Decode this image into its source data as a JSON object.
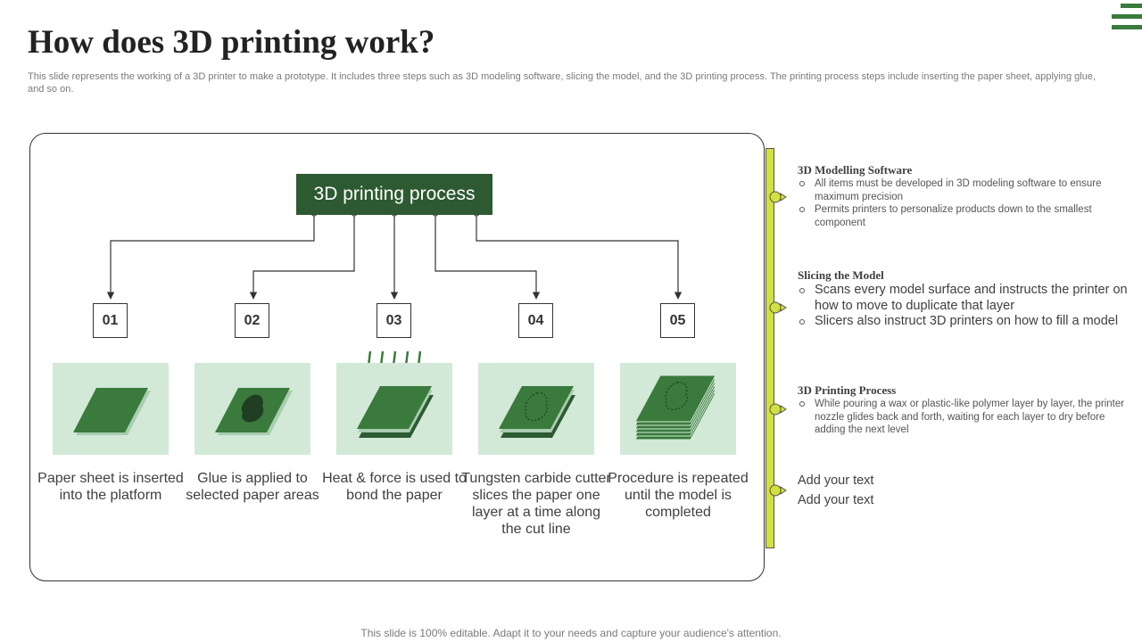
{
  "title": "How does 3D printing work?",
  "subtitle": "This slide represents the working of a 3D printer to make a prototype. It includes three steps such as 3D modeling software, slicing the model, and the 3D printing process. The printing process steps include inserting the paper sheet, applying glue, and so on.",
  "process_title": "3D printing process",
  "steps": [
    {
      "number": "01",
      "caption": "Paper sheet is inserted into the platform",
      "icon": "paper-sheet-icon"
    },
    {
      "number": "02",
      "caption": "Glue is applied to selected paper areas",
      "icon": "glued-sheet-icon"
    },
    {
      "number": "03",
      "caption": "Heat & force is used to bond the paper",
      "icon": "heat-press-icon"
    },
    {
      "number": "04",
      "caption": "Tungsten carbide cutter slices the paper one layer at a time along the cut line",
      "icon": "cut-sheet-icon"
    },
    {
      "number": "05",
      "caption": "Procedure is repeated until the model is completed",
      "icon": "stacked-sheets-icon"
    }
  ],
  "sections": [
    {
      "title": "3D Modelling Software",
      "bullets": [
        "All items must be developed in 3D modeling software to ensure maximum precision",
        "Permits printers to personalize products down to the smallest component"
      ]
    },
    {
      "title": "Slicing the Model",
      "bullets": [
        "Scans every model surface and instructs the printer on how to move to duplicate that layer",
        "Slicers also instruct 3D printers on how to fill a model"
      ]
    },
    {
      "title": "3D Printing Process",
      "bullets": [
        "While pouring a wax or plastic-like polymer layer by layer, the printer nozzle glides back and forth, waiting for each layer to dry before adding the next level"
      ]
    }
  ],
  "add_text": [
    "Add your text",
    "Add your text"
  ],
  "footer": "This slide is 100% editable. Adapt it to your needs and capture your audience's attention.",
  "colors": {
    "dark_green": "#2d5a31",
    "sheet_green": "#3a7a3c",
    "tile_bg": "#d2e9d7",
    "accent_yellow": "#d2e042",
    "menu_green": "#3a7a3c"
  }
}
